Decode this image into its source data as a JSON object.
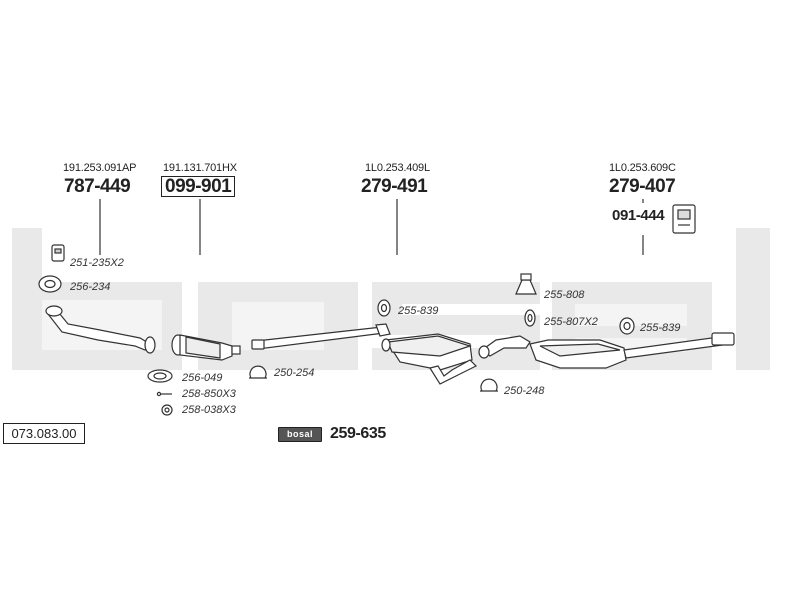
{
  "reference": "073.083.00",
  "watermark": "bosal",
  "parts": [
    {
      "oem": "191.253.091AP",
      "number": "787-449",
      "boxed": false
    },
    {
      "oem": "191.131.701HX",
      "number": "099-901",
      "boxed": true
    },
    {
      "oem": "1L0.253.409L",
      "number": "279-491",
      "boxed": false
    },
    {
      "oem": "1L0.253.609C",
      "number": "279-407",
      "boxed": false
    }
  ],
  "extra_part": "091-444",
  "accessories": [
    "251-235X2",
    "256-234",
    "256-049",
    "258-850X3",
    "258-038X3",
    "250-254",
    "255-839",
    "255-808",
    "255-807X2",
    "255-839",
    "250-248"
  ],
  "kit": {
    "logo": "bosal",
    "number": "259-635"
  }
}
